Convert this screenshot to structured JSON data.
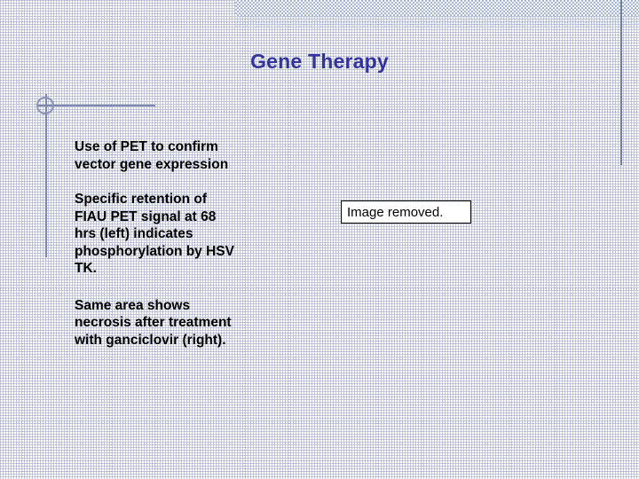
{
  "slide": {
    "title": "Gene Therapy",
    "title_color": "#33339c",
    "background_color": "#ffffff",
    "body_paragraphs": [
      "Use of PET to confirm vector gene expression",
      "Specific retention of FIAU PET signal at 68 hrs (left) indicates phosphorylation by HSV TK.",
      "Same area shows necrosis after treatment with ganciclovir (right)."
    ],
    "placeholder": {
      "label": "Image removed.",
      "border_color": "#000000"
    },
    "decorations": {
      "checker_band_color": "#9fb0d4",
      "accent_rule_color": "#6b7fa3",
      "circle_color": "#8a93b8",
      "grid_color": "#96a0be"
    }
  }
}
